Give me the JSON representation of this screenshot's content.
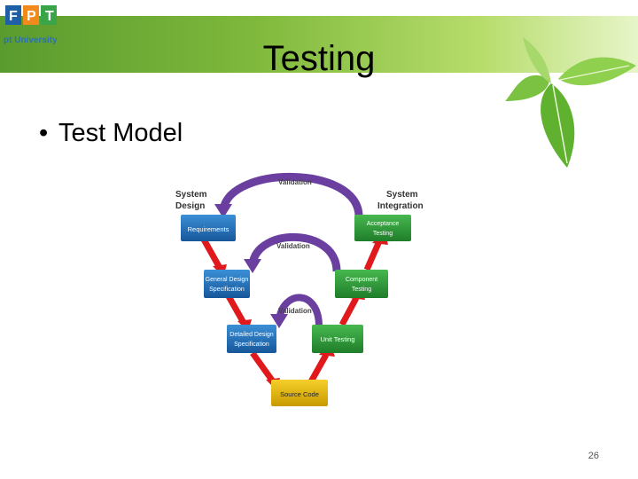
{
  "slide": {
    "title": "Testing",
    "bullet": "Test Model",
    "page_number": "26"
  },
  "logo": {
    "text": "pt University"
  },
  "diagram": {
    "labels": {
      "system_design": [
        "System",
        "Design"
      ],
      "system_integration": [
        "System",
        "Integration"
      ],
      "validation": [
        "Validation",
        "Validation",
        "Validation"
      ]
    },
    "boxes": [
      {
        "id": "requirements",
        "lines": [
          "Requirements"
        ]
      },
      {
        "id": "general-design",
        "lines": [
          "General Design",
          "Specification"
        ]
      },
      {
        "id": "detailed-design",
        "lines": [
          "Detailed Design",
          "Specification"
        ]
      },
      {
        "id": "source-code",
        "lines": [
          "Source Code"
        ]
      },
      {
        "id": "unit-testing",
        "lines": [
          "Unit Testing"
        ]
      },
      {
        "id": "component-testing",
        "lines": [
          "Component",
          "Testing"
        ]
      },
      {
        "id": "acceptance-testing",
        "lines": [
          "Acceptance",
          "Testing"
        ]
      }
    ],
    "colors": {
      "box_blue": "#1f6fb5",
      "box_green": "#2e9e3a",
      "box_yellow": "#e6b800",
      "arrow_red": "#e0191c",
      "arc_purple": "#6b3fa0"
    }
  }
}
